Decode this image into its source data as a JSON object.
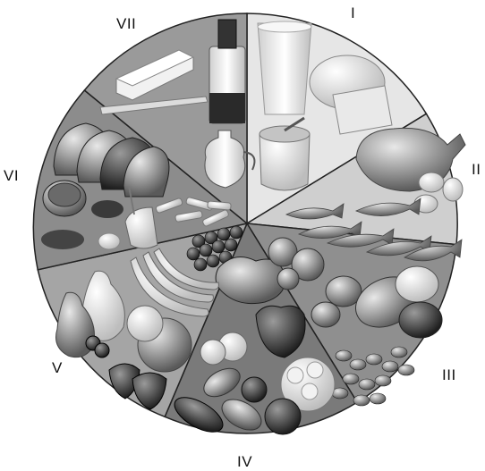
{
  "diagram": {
    "sectors": [
      {
        "numeral": "I",
        "content": "dairy-products",
        "shade": "#e6e6e6"
      },
      {
        "numeral": "II",
        "content": "meat-fish-eggs",
        "shade": "#cfcfcf"
      },
      {
        "numeral": "III",
        "content": "nuts-potatoes-beans",
        "shade": "#8f8f8f"
      },
      {
        "numeral": "IV",
        "content": "vegetables",
        "shade": "#7a7a7a"
      },
      {
        "numeral": "V",
        "content": "fruits",
        "shade": "#a5a5a5"
      },
      {
        "numeral": "VI",
        "content": "grains-bread",
        "shade": "#8c8c8c"
      },
      {
        "numeral": "VII",
        "content": "fats-oils",
        "shade": "#9a9a9a"
      }
    ]
  }
}
